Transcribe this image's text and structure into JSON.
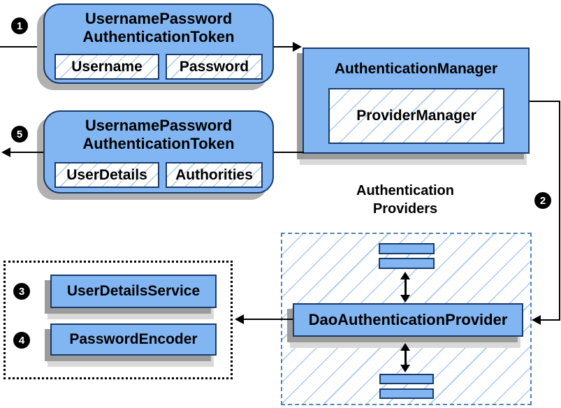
{
  "badges": {
    "one": "1",
    "two": "2",
    "three": "3",
    "four": "4",
    "five": "5"
  },
  "token_request": {
    "title_line1": "UsernamePassword",
    "title_line2": "AuthenticationToken",
    "fields": [
      "Username",
      "Password"
    ]
  },
  "token_response": {
    "title_line1": "UsernamePassword",
    "title_line2": "AuthenticationToken",
    "fields": [
      "UserDetails",
      "Authorities"
    ]
  },
  "authentication_manager": {
    "title": "AuthenticationManager",
    "inner": "ProviderManager"
  },
  "providers": {
    "label_line1": "Authentication",
    "label_line2": "Providers",
    "dao": "DaoAuthenticationProvider"
  },
  "collaborators": {
    "user_details_service": "UserDetailsService",
    "password_encoder": "PasswordEncoder"
  },
  "colors": {
    "node_fill": "#82B6F3",
    "node_border": "#1A3A6B",
    "hatch_line": "#A6CAF0",
    "dashed_border": "#4E81BD",
    "shadow": "#9C9C9C",
    "badge_bg": "#000000",
    "badge_text": "#FFFFFF"
  }
}
